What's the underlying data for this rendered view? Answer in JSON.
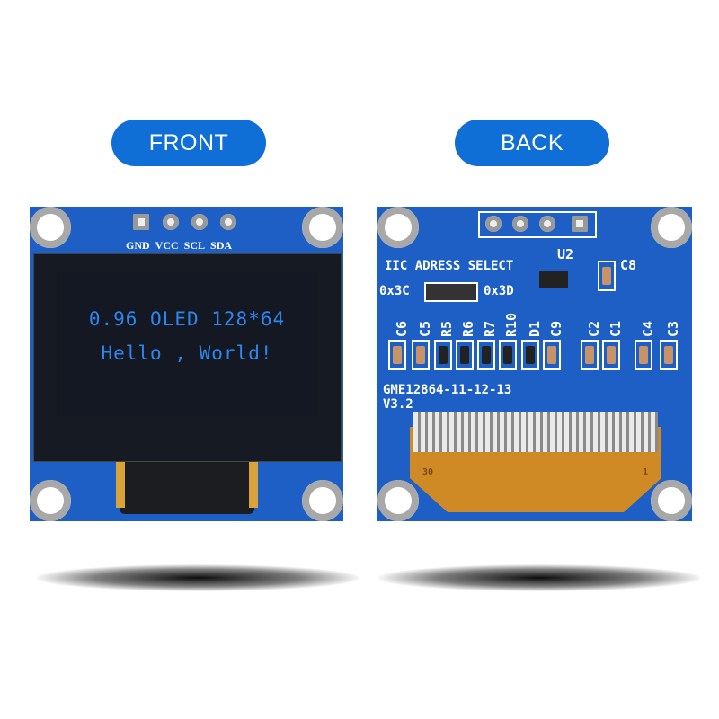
{
  "labels": {
    "front": "FRONT",
    "back": "BACK"
  },
  "front": {
    "pin_labels": [
      "GND",
      "VCC",
      "SCL",
      "SDA"
    ],
    "oled_text": {
      "line1": "0.96 OLED 128*64",
      "line2": "Hello , World!"
    }
  },
  "back": {
    "address_title": "IIC ADRESS SELECT",
    "address_left": "0x3C",
    "address_right": "0x3D",
    "u2": "U2",
    "c8": "C8",
    "components": [
      "C6",
      "C5",
      "R5",
      "R6",
      "R7",
      "R10",
      "D1",
      "C9",
      "C2",
      "C1",
      "C4",
      "C3"
    ],
    "model": "GME12864-11-12-13",
    "version": "V3.2",
    "fpc_left": "30",
    "fpc_right": "1"
  },
  "colors": {
    "pill": "#0f6fd6",
    "pcb": "#1d5fc4",
    "oled_text": "#2d86f0",
    "fpc": "#d08a25"
  }
}
